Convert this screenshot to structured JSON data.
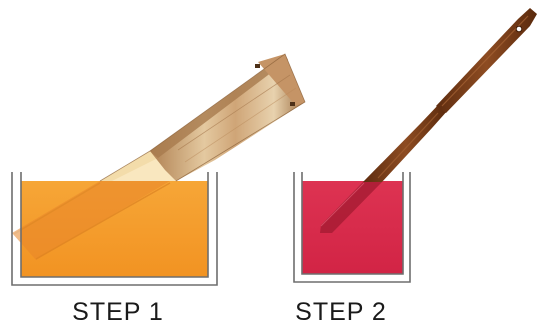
{
  "steps": [
    {
      "label": "STEP 1",
      "object": "wooden-plank",
      "liquid": "dye-bath",
      "liquid_color": "#f49c2a",
      "wood_color": "#c9a06f"
    },
    {
      "label": "STEP 2",
      "object": "wooden-stick",
      "liquid": "dye-bath",
      "liquid_color": "#d82a4c",
      "wood_color": "#7a3f1a"
    }
  ],
  "colors": {
    "container_outline": "#6e6e6e",
    "liquid_orange": "#f49c2a",
    "liquid_red": "#d82a4c",
    "plank_light": "#dcbc90",
    "plank_dark": "#a87b4e",
    "plank_dyed": "#f9e7bf",
    "stick_dark": "#7a3f1a",
    "label_text": "#1a1a1a"
  }
}
